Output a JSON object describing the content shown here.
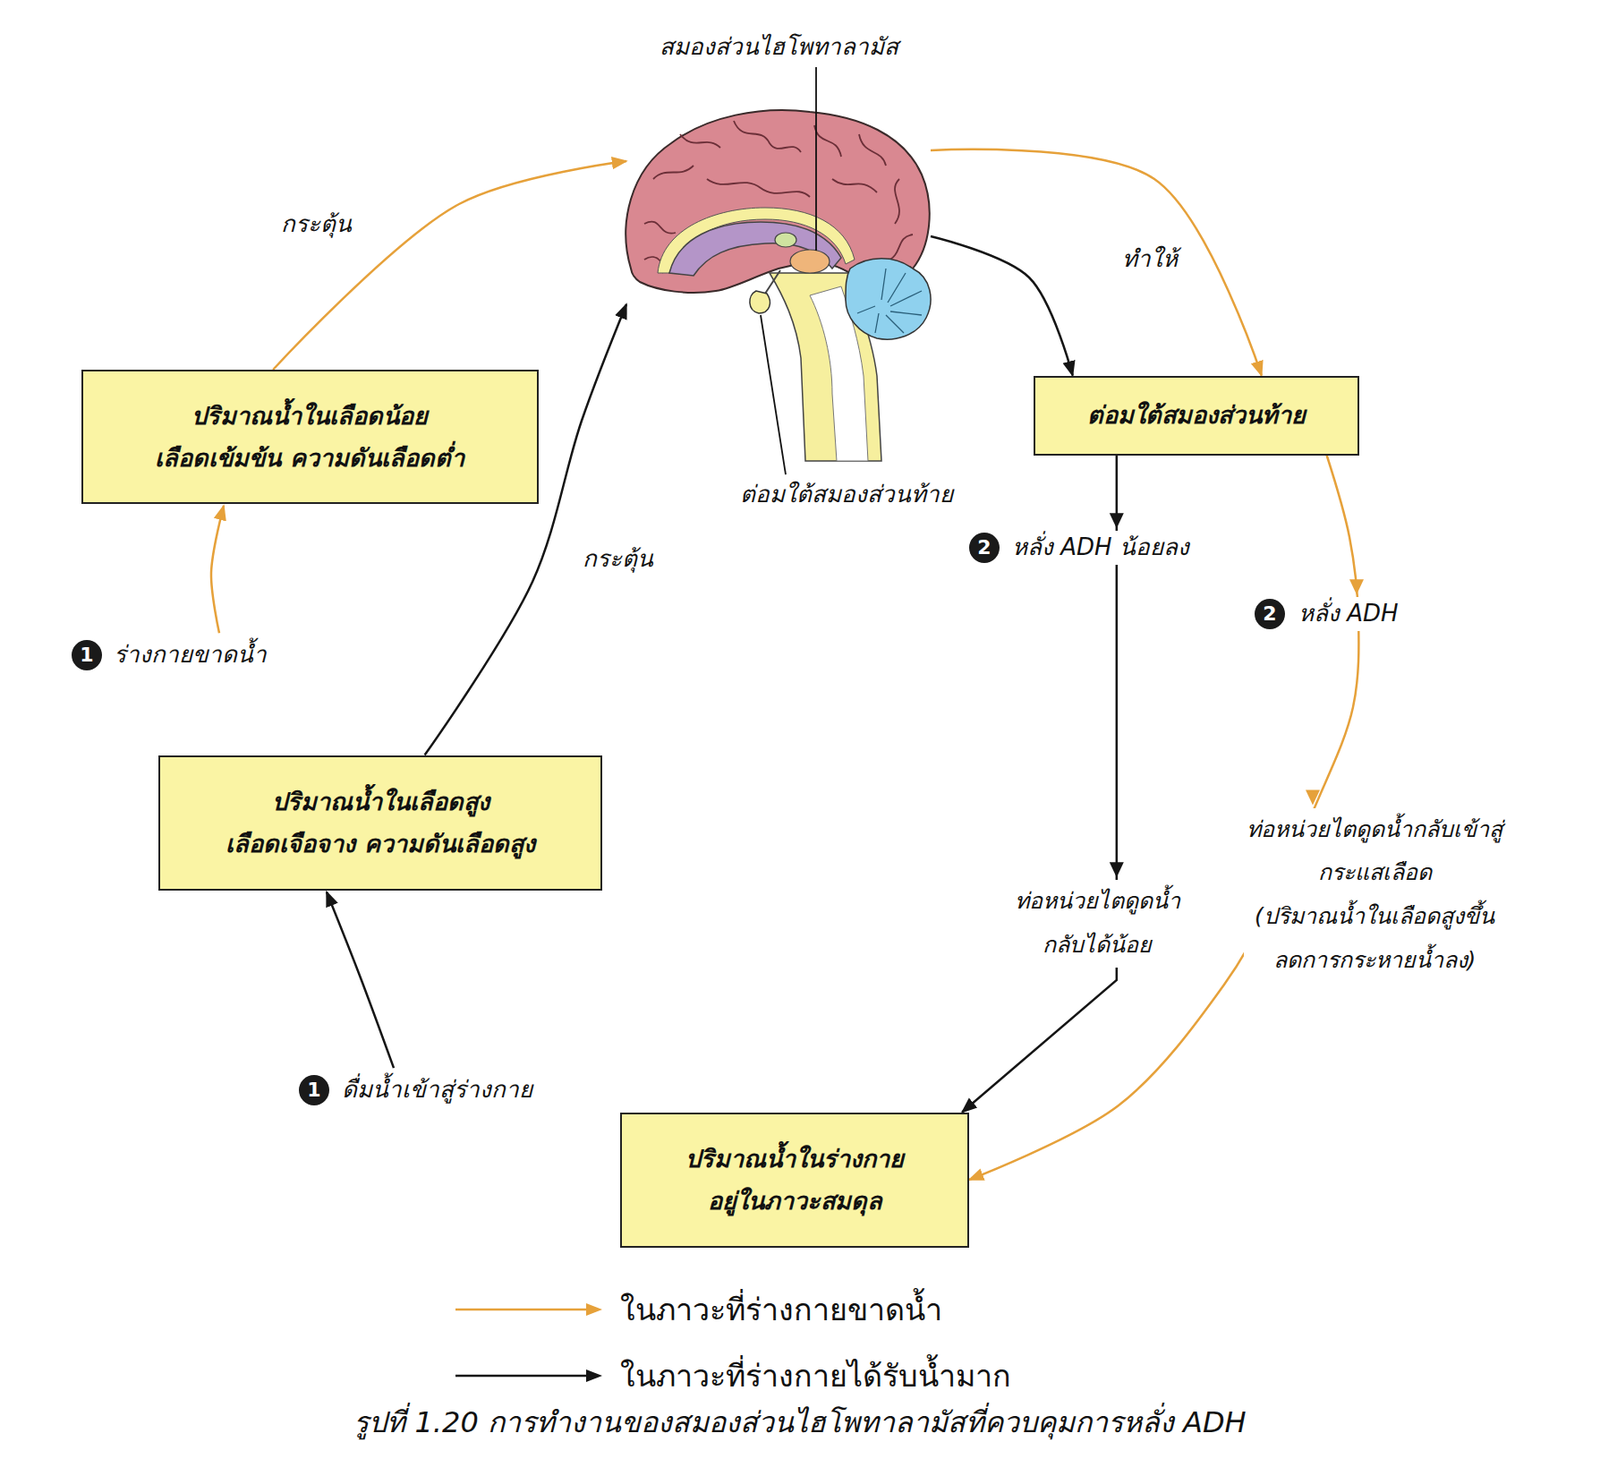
{
  "diagram": {
    "caption": "รูปที่ 1.20 การทำงานของสมองส่วนไฮโพทาลามัสที่ควบคุมการหลั่ง ADH",
    "nodes": [
      {
        "text": [
          "สมองส่วนไฮโพทาลามัส"
        ]
      },
      {
        "text": [
          "ปริมาณน้ำในเลือดน้อย เลือดเข้มข้น ความดันเลือดต่ำ"
        ]
      },
      {
        "text": [
          "ต่อมใต้สมองส่วนท้าย"
        ]
      },
      {
        "text": [
          "ปริมาณน้ำในเลือดสูง เลือดเจือจาง ความดันเลือดสูง"
        ]
      },
      {
        "text": [
          "ปริมาณน้ำในร่างกาย อยู่ในภาวะสมดุล"
        ]
      }
    ],
    "edges": [
      {
        "from": 1,
        "to": 0,
        "arrow": "to",
        "label": "กระตุ้น"
      },
      {
        "from": 3,
        "to": 0,
        "arrow": "to",
        "label": "กระตุ้น"
      },
      {
        "from": 0,
        "to": 2,
        "arrow": "to",
        "label": "ทำให้"
      },
      {
        "from": 0,
        "to": 2,
        "arrow": "to"
      },
      {
        "from": 2,
        "to": 4,
        "arrow": "to",
        "label": "หลั่ง ADH"
      },
      {
        "from": 2,
        "to": 4,
        "arrow": "to",
        "label": "หลั่ง ADH น้อยลง"
      }
    ],
    "labels": [
      "ต่อมใต้สมองส่วนท้าย",
      "1",
      "ร่างกายขาดน้ำ",
      "1",
      "ดื่มน้ำเข้าสู่ร่างกาย",
      "2",
      "2",
      "ท่อหน่วยไตดูดน้ำกลับเข้าสู่ กระแสเลือด (ปริมาณน้ำในเลือดสูงขึ้น ลดการกระหายน้ำลง)",
      "ท่อหน่วยไตดูดน้ำ กลับได้น้อย"
    ],
    "legend": [
      {
        "text": "ในภาวะที่ร่างกายขาดน้ำ"
      },
      {
        "text": "ในภาวะที่ร่างกายได้รับน้ำมาก"
      }
    ]
  }
}
